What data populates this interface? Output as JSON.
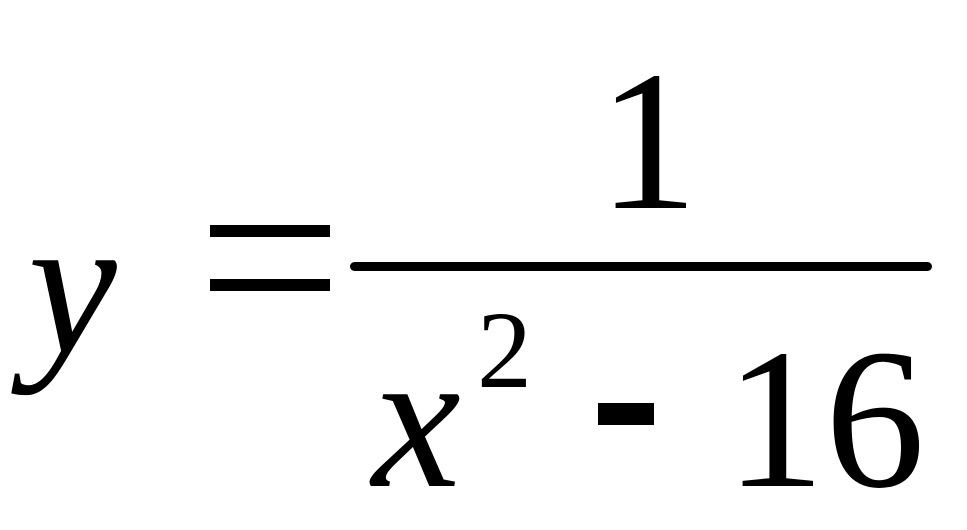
{
  "formula": {
    "lhs": "y",
    "equals": "=",
    "numerator": "1",
    "denominator": {
      "base": "x",
      "exponent": "2",
      "operator": "-",
      "constant": "16"
    }
  }
}
